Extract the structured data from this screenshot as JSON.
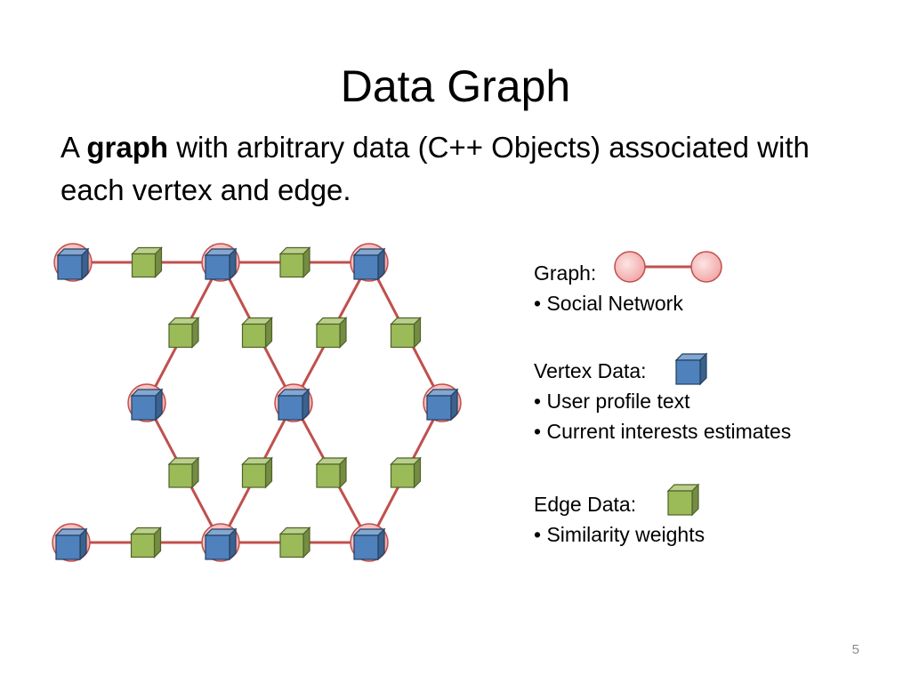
{
  "slide": {
    "title": "Data Graph",
    "subtitle": {
      "prefix": "A ",
      "bold": "graph",
      "suffix": " with arbitrary data (C++ Objects) associated with each vertex and edge."
    },
    "page_number": "5"
  },
  "legend": {
    "graph": {
      "label": "Graph:",
      "bullet": "Social Network"
    },
    "vertex": {
      "label": "Vertex Data:",
      "bullets": [
        "User profile text",
        "Current interests estimates"
      ]
    },
    "edge": {
      "label": "Edge Data:",
      "bullet": "Similarity weights"
    }
  },
  "colors": {
    "edge_line": "#c0504d",
    "vertex_fill": "#f7c6c6",
    "vertex_stroke": "#c0504d",
    "vertex_cube": "#4f81bd",
    "vertex_cube_stroke": "#243f60",
    "edge_cube": "#9bbb59",
    "edge_cube_stroke": "#4f6228"
  },
  "graph": {
    "vertices": [
      "v1",
      "v2",
      "v3",
      "v4",
      "v5",
      "v6",
      "v7",
      "v8",
      "v9"
    ],
    "edges": [
      [
        "v1",
        "v2"
      ],
      [
        "v2",
        "v3"
      ],
      [
        "v2",
        "v4"
      ],
      [
        "v2",
        "v5"
      ],
      [
        "v3",
        "v5"
      ],
      [
        "v3",
        "v6"
      ],
      [
        "v4",
        "v8"
      ],
      [
        "v5",
        "v8"
      ],
      [
        "v5",
        "v9"
      ],
      [
        "v6",
        "v9"
      ],
      [
        "v7",
        "v8"
      ],
      [
        "v8",
        "v9"
      ]
    ]
  }
}
